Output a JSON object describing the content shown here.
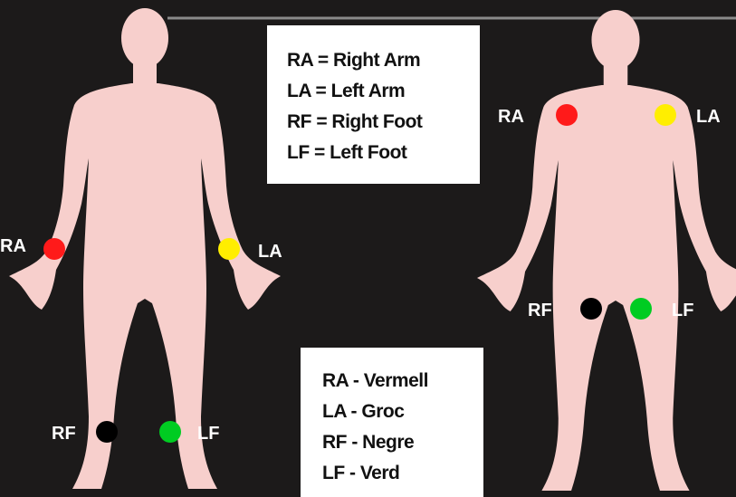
{
  "colors": {
    "background": "#1c1a1a",
    "skin": "#f7cfcc",
    "line": "#8a8a8a",
    "electrode_ra": "#ff1a1a",
    "electrode_la": "#ffee00",
    "electrode_rf": "#000000",
    "electrode_lf": "#00cc22"
  },
  "figures": {
    "limb_placement": {
      "labels": {
        "ra": "RA",
        "la": "LA",
        "rf": "RF",
        "lf": "LF"
      }
    },
    "torso_placement": {
      "labels": {
        "ra": "RA",
        "la": "LA",
        "rf": "RF",
        "lf": "LF"
      }
    }
  },
  "legend_english": {
    "lines": [
      "RA = Right Arm",
      "LA = Left Arm",
      "RF = Right Foot",
      "LF = Left Foot"
    ]
  },
  "legend_catalan": {
    "lines": [
      "RA - Vermell",
      "LA - Groc",
      "RF - Negre",
      "LF - Verd"
    ]
  }
}
